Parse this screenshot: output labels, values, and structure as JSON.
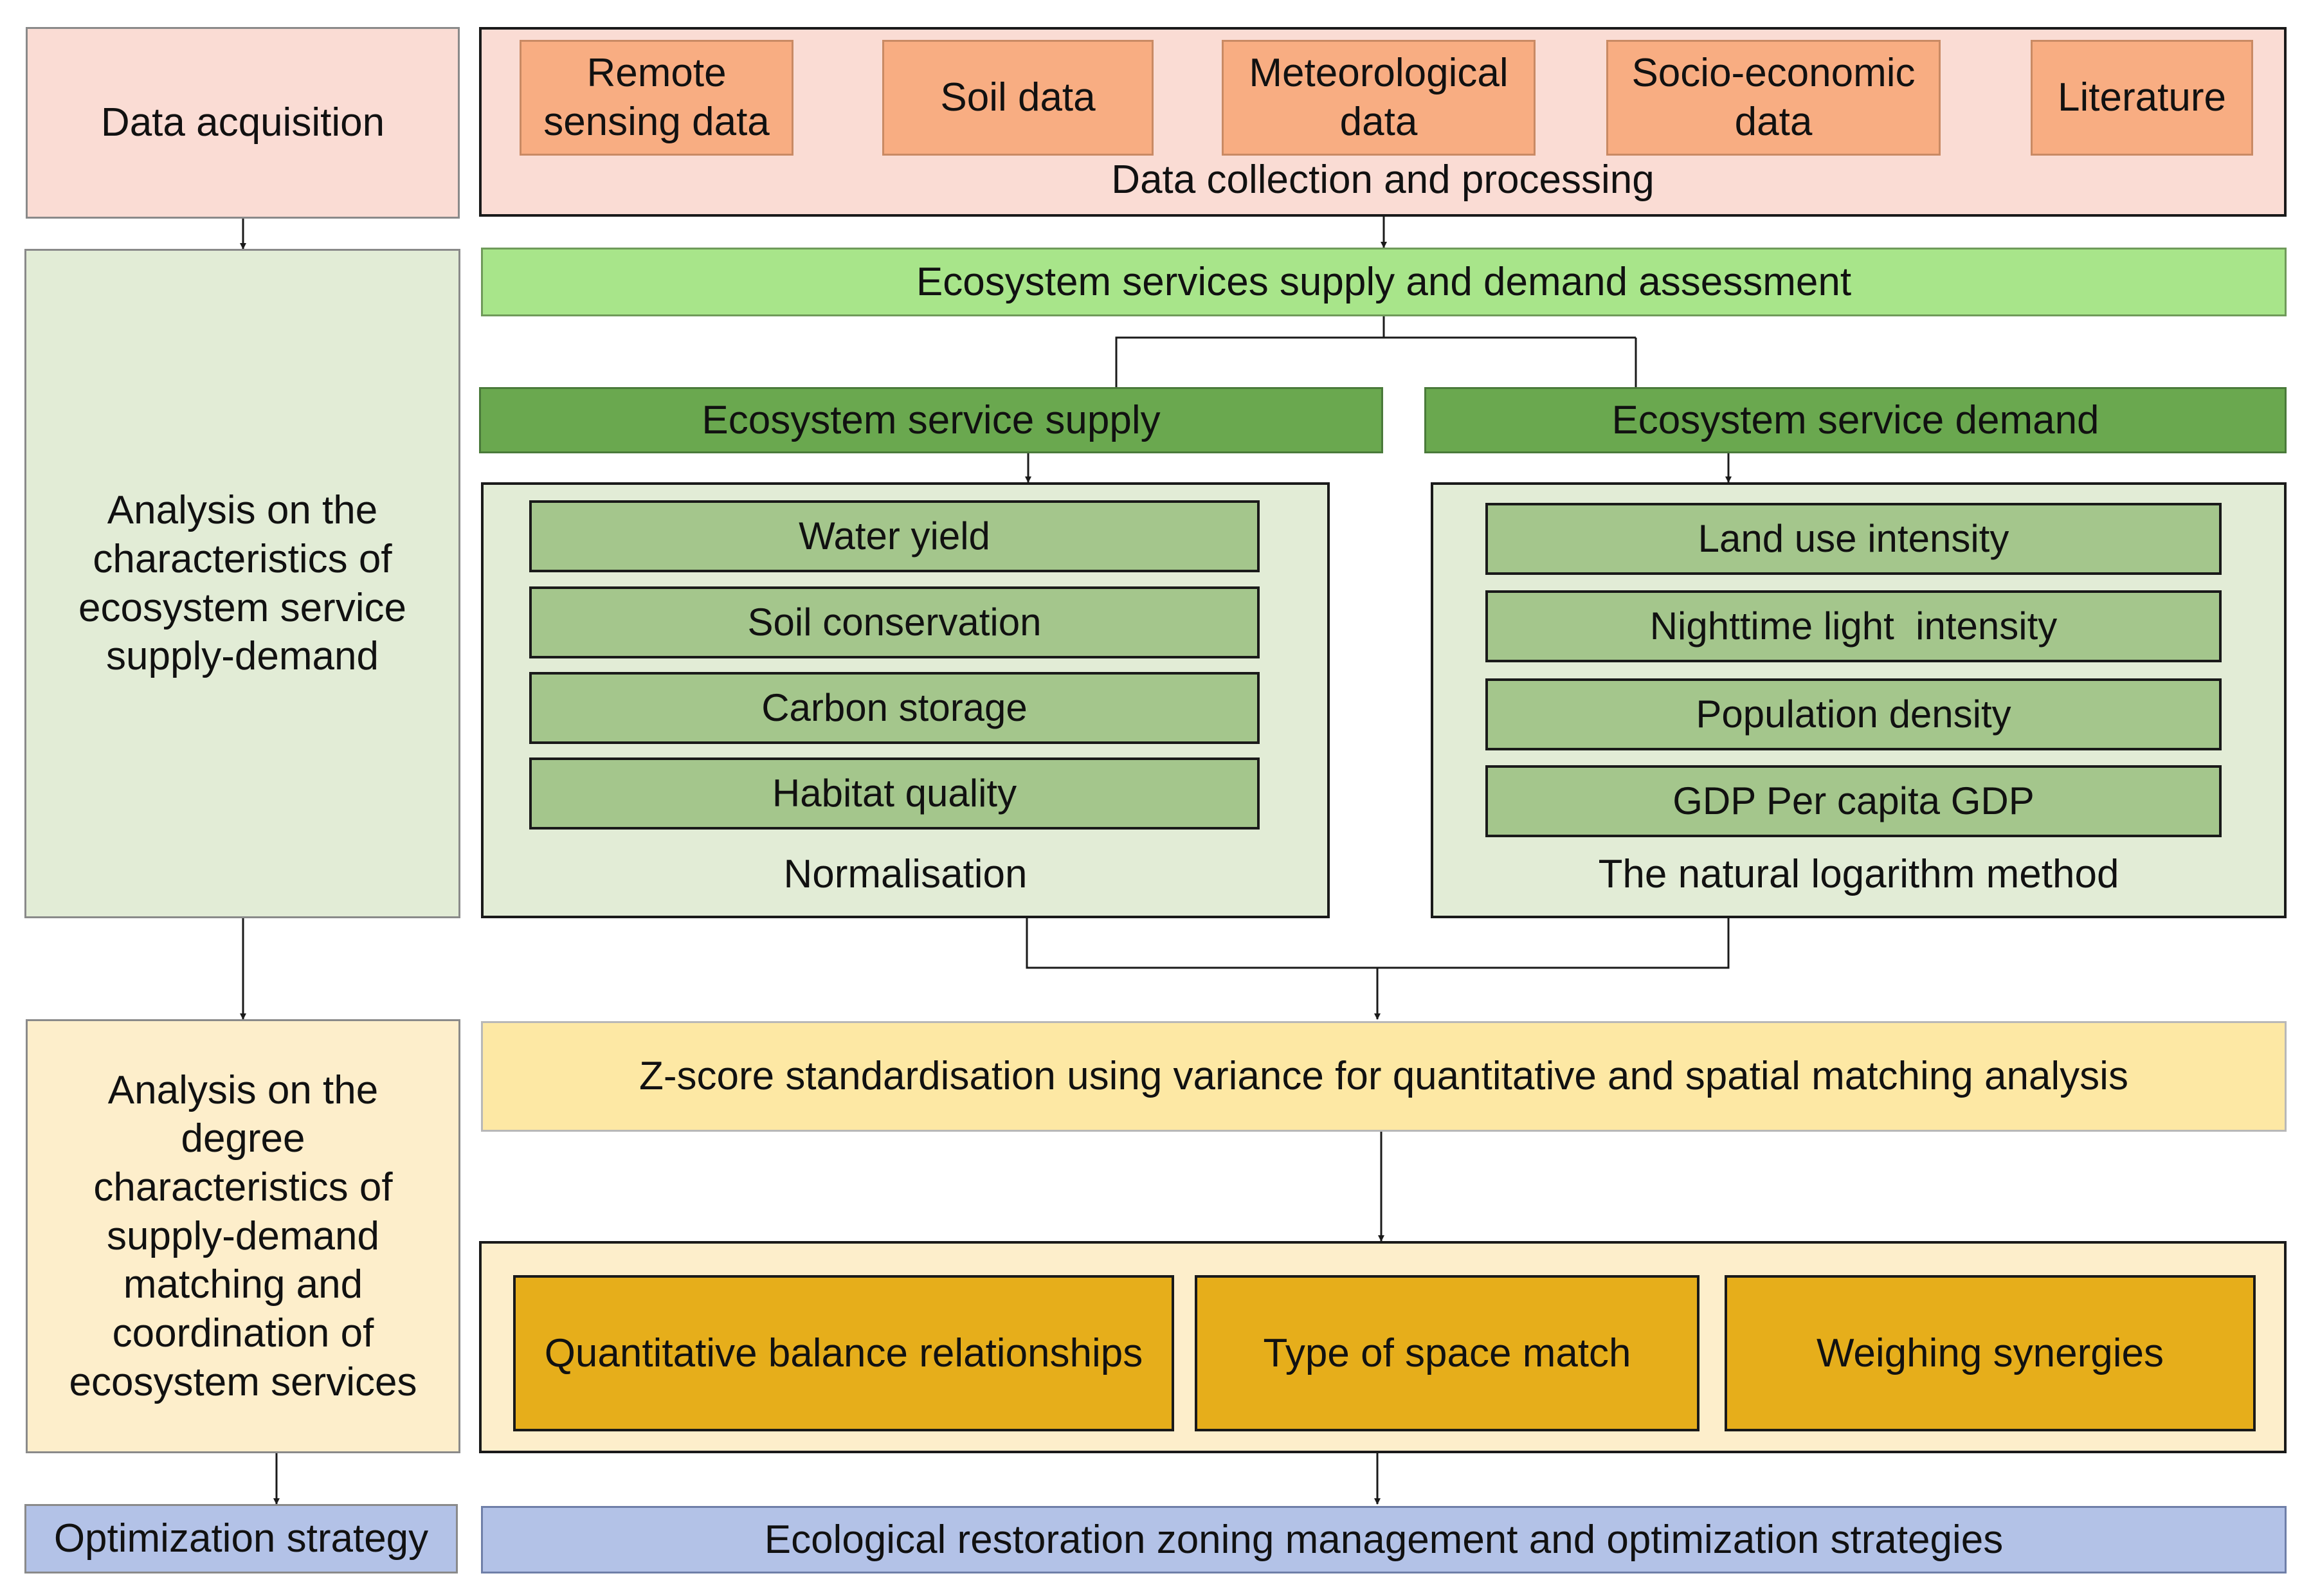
{
  "stages": {
    "data_acquisition": "Data acquisition",
    "supply_demand_analysis": "Analysis on the characteristics of ecosystem service supply-demand",
    "matching_analysis": "Analysis on the degree characteristics of supply-demand matching and coordination of ecosystem services",
    "optimization": "Optimization strategy"
  },
  "data_sources": [
    "Remote sensing data",
    "Soil data",
    "Meteorological data",
    "Socio-economic data",
    "Literature"
  ],
  "data_collection_label": "Data collection and processing",
  "assessment_title": "Ecosystem services supply and demand assessment",
  "supply": {
    "title": "Ecosystem service supply",
    "items": [
      "Water yield",
      "Soil conservation",
      "Carbon storage",
      "Habitat quality"
    ],
    "method": "Normalisation"
  },
  "demand": {
    "title": "Ecosystem service demand",
    "items": [
      "Land use intensity",
      "Nighttime light  intensity",
      "Population density",
      "GDP Per capita GDP"
    ],
    "method": "The natural logarithm method"
  },
  "zscore_label": "Z-score standardisation using variance for quantitative and spatial matching analysis",
  "outcomes": [
    "Quantitative balance relationships",
    "Type of space match",
    "Weighing synergies"
  ],
  "final_label": "Ecological restoration zoning management and optimization strategies"
}
